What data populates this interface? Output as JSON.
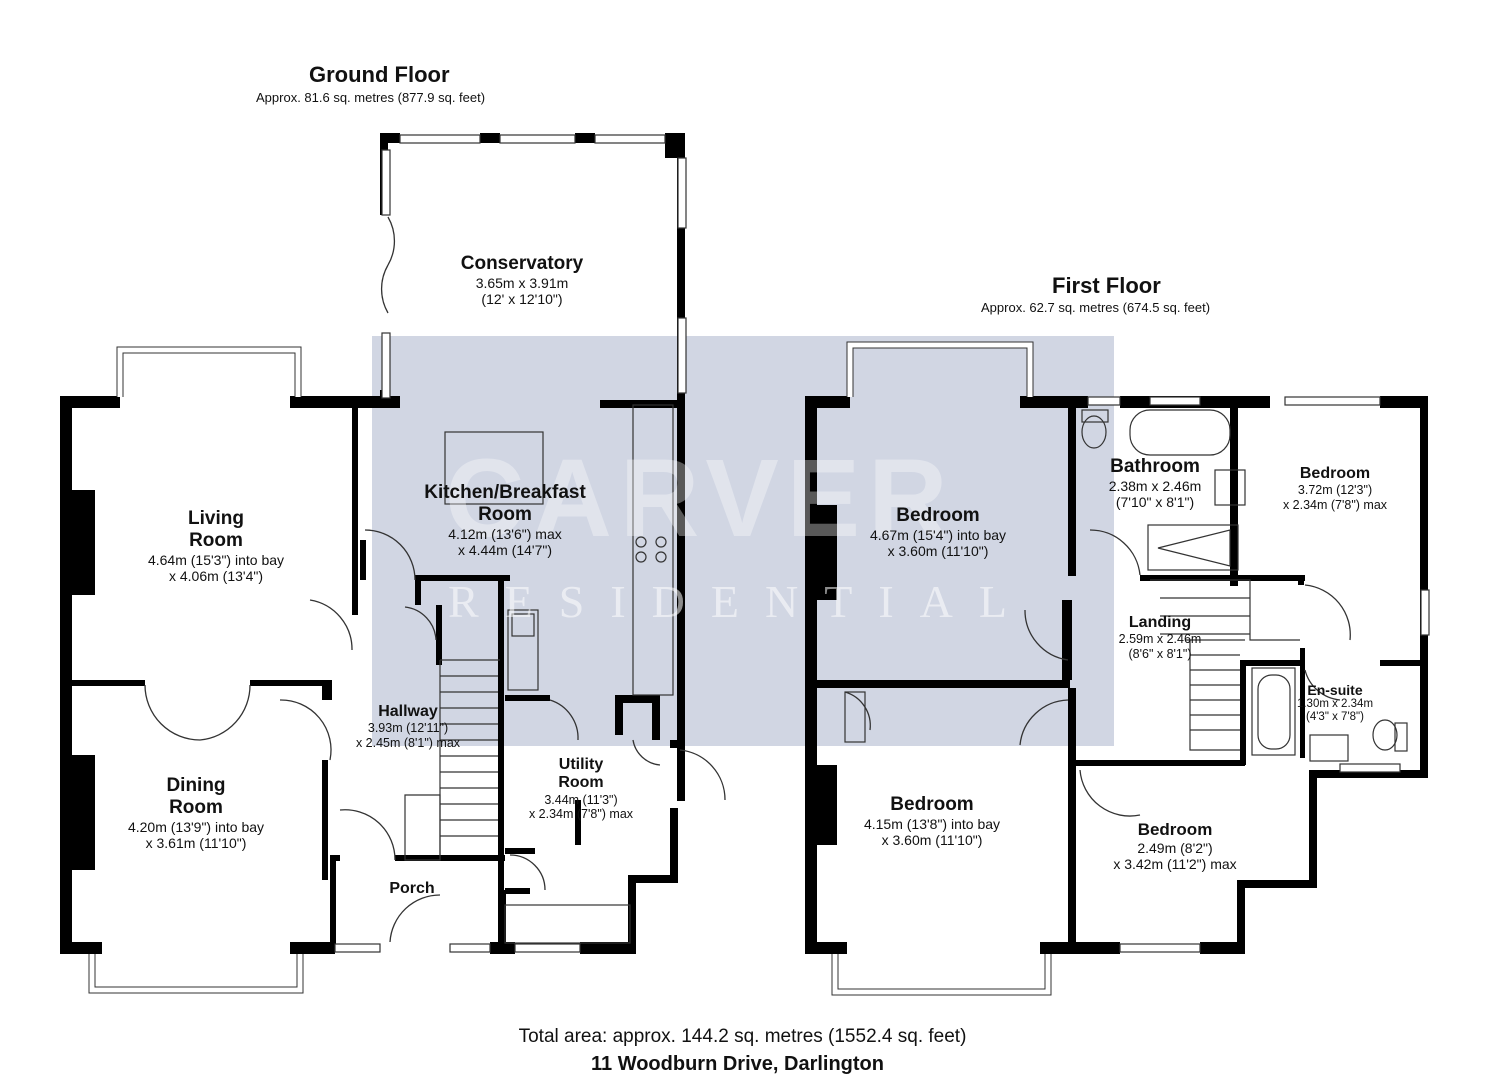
{
  "ground_floor": {
    "title": "Ground Floor",
    "area": "Approx. 81.6 sq. metres (877.9 sq. feet)",
    "rooms": {
      "conservatory": {
        "name": "Conservatory",
        "dim1": "3.65m x 3.91m",
        "dim2": "(12' x 12'10\")"
      },
      "kitchen": {
        "name1": "Kitchen/Breakfast",
        "name2": "Room",
        "dim1": "4.12m (13'6\") max",
        "dim2": "x 4.44m (14'7\")"
      },
      "living": {
        "name1": "Living",
        "name2": "Room",
        "dim1": "4.64m (15'3\") into bay",
        "dim2": "x 4.06m (13'4\")"
      },
      "dining": {
        "name1": "Dining",
        "name2": "Room",
        "dim1": "4.20m (13'9\") into bay",
        "dim2": "x 3.61m (11'10\")"
      },
      "hallway": {
        "name": "Hallway",
        "dim1": "3.93m (12'11\")",
        "dim2": "x 2.45m (8'1\") max"
      },
      "utility": {
        "name1": "Utility",
        "name2": "Room",
        "dim1": "3.44m (11'3\")",
        "dim2": "x 2.34m (7'8\") max"
      },
      "porch": {
        "name": "Porch"
      }
    }
  },
  "first_floor": {
    "title": "First Floor",
    "area": "Approx. 62.7 sq. metres (674.5 sq. feet)",
    "rooms": {
      "bedroom1": {
        "name": "Bedroom",
        "dim1": "4.67m (15'4\") into bay",
        "dim2": "x 3.60m (11'10\")"
      },
      "bathroom": {
        "name": "Bathroom",
        "dim1": "2.38m x 2.46m",
        "dim2": "(7'10\" x 8'1\")"
      },
      "bedroom2": {
        "name": "Bedroom",
        "dim1": "3.72m (12'3\")",
        "dim2": "x 2.34m (7'8\") max"
      },
      "landing": {
        "name": "Landing",
        "dim1": "2.59m x 2.46m",
        "dim2": "(8'6\" x 8'1\")"
      },
      "ensuite": {
        "name": "En-suite",
        "dim1": "1.30m x 2.34m",
        "dim2": "(4'3\" x 7'8\")"
      },
      "bedroom3": {
        "name": "Bedroom",
        "dim1": "4.15m (13'8\") into bay",
        "dim2": "x 3.60m (11'10\")"
      },
      "bedroom4": {
        "name": "Bedroom",
        "dim1": "2.49m (8'2\")",
        "dim2": "x 3.42m (11'2\") max"
      }
    }
  },
  "footer": {
    "total": "Total area: approx. 144.2 sq. metres (1552.4 sq. feet)",
    "address": "11 Woodburn Drive, Darlington"
  },
  "watermark": {
    "brand": "CARVER",
    "sub": "RESIDENTIAL"
  },
  "colors": {
    "wall": "#000000",
    "watermark_panel": "#c9cfde",
    "window": "#ffffff"
  }
}
